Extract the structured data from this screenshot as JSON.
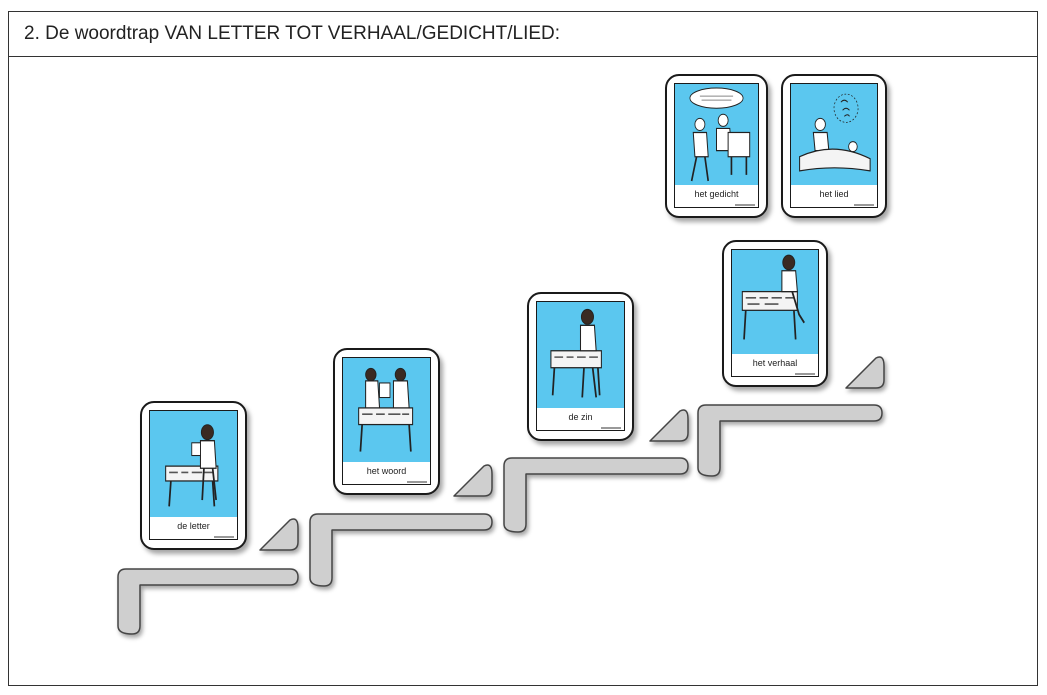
{
  "heading": {
    "text": "2. De woordtrap VAN LETTER TOT VERHAAL/GEDICHT/LIED:"
  },
  "cards": [
    {
      "label": "de letter",
      "icon": "child-with-letter-cards-icon"
    },
    {
      "label": "het woord",
      "icon": "children-with-word-cards-icon"
    },
    {
      "label": "de zin",
      "icon": "child-building-sentence-icon"
    },
    {
      "label": "het verhaal",
      "icon": "child-telling-story-icon"
    },
    {
      "label": "het gedicht",
      "icon": "people-reciting-poem-icon"
    },
    {
      "label": "het lied",
      "icon": "mother-singing-lullaby-icon"
    }
  ],
  "colors": {
    "card_picture_bg": "#5bc7ef",
    "stair_fill": "#cfcfcf",
    "stair_outline": "#444444",
    "frame": "#333333"
  }
}
